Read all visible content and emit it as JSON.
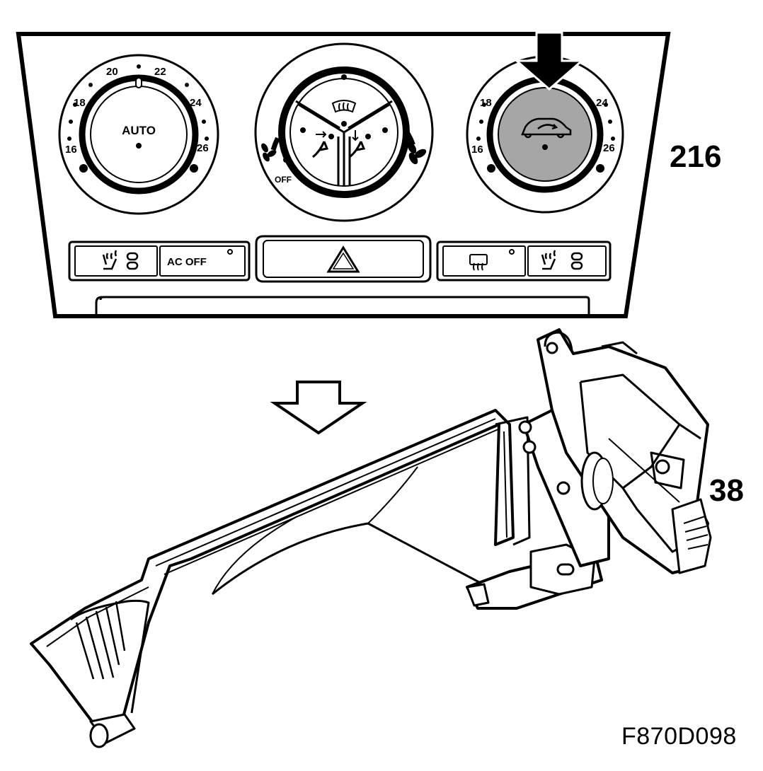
{
  "callouts": {
    "panel": "216",
    "actuator": "38"
  },
  "figure_code": "F870D098",
  "left_dial": {
    "scale": [
      "16",
      "18",
      "20",
      "22",
      "24",
      "26"
    ],
    "button": "AUTO"
  },
  "right_dial": {
    "scale": [
      "16",
      "18",
      "24",
      "26"
    ],
    "button_icon": "recirculation-car-icon",
    "highlight_color": "#a6a6a6"
  },
  "center_dial": {
    "off_label": "OFF",
    "icons": [
      "defrost-windshield-icon",
      "face-vent-icon",
      "floor-vent-icon",
      "fan-low-icon",
      "fan-high-icon"
    ]
  },
  "buttons": {
    "ac_off": "AC OFF",
    "hazard_icon": "hazard-triangle-icon",
    "rear_defrost_icon": "rear-defrost-icon",
    "seat_heat_icon": "seat-heater-icon"
  },
  "arrows": [
    "solid-down-arrow-icon",
    "outline-down-arrow-icon"
  ]
}
